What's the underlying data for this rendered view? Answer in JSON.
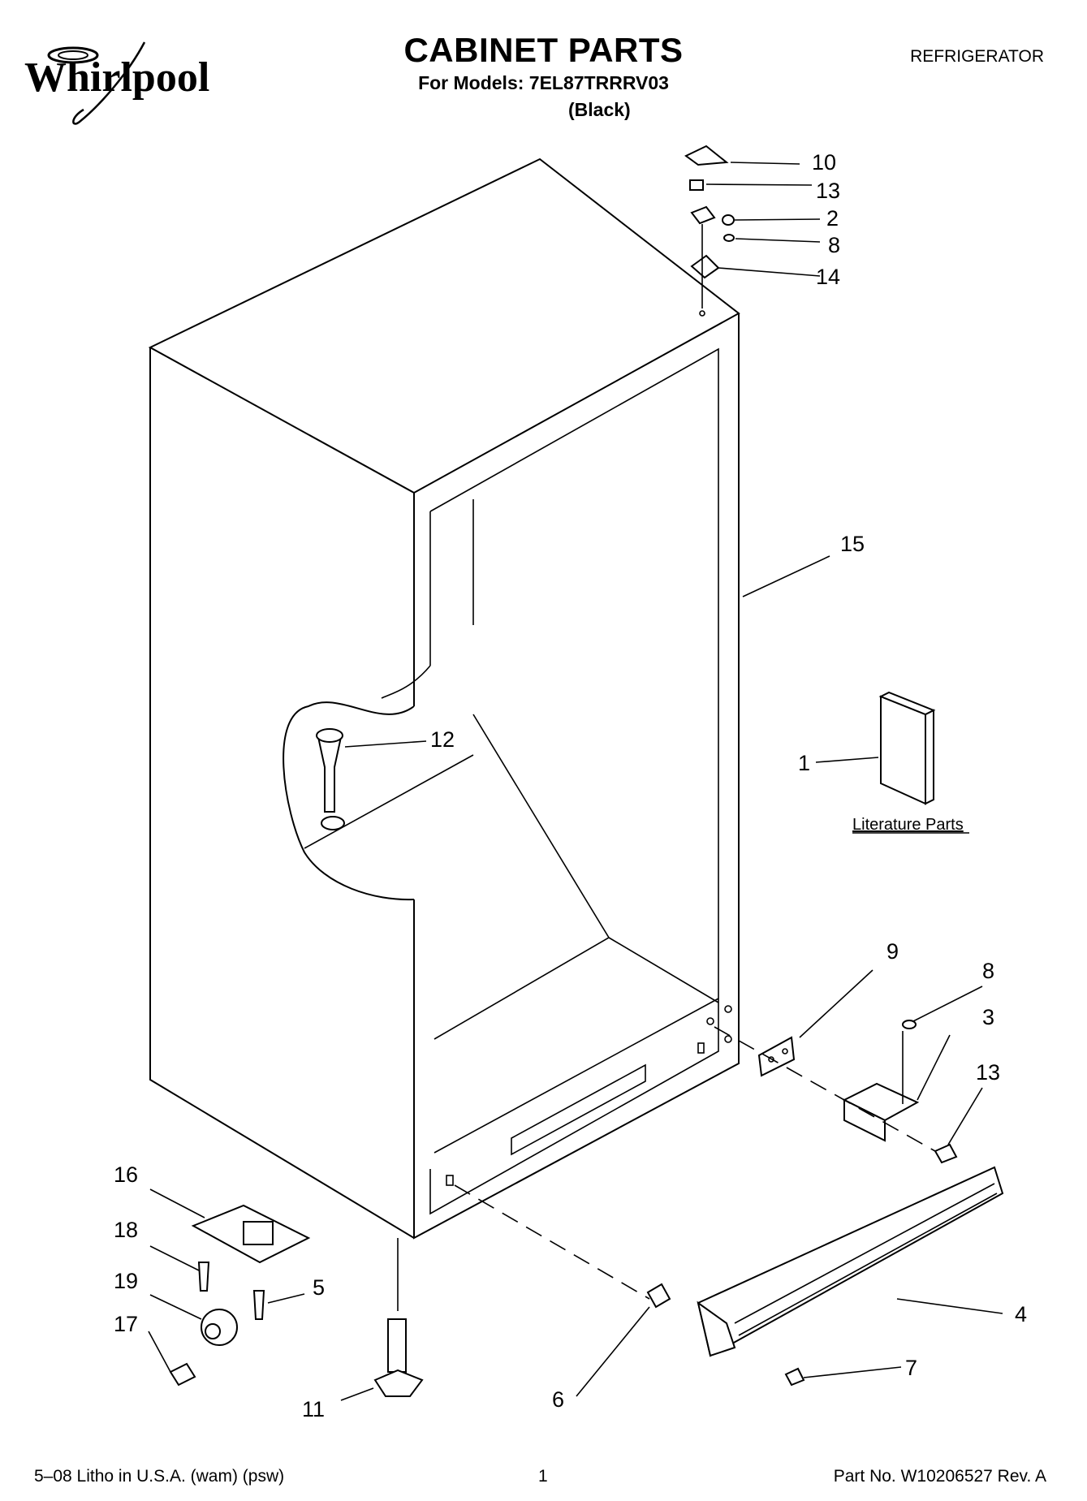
{
  "header": {
    "brand": "Whirlpool",
    "title": "CABINET PARTS",
    "models_line": "For Models: 7EL87TRRRV03",
    "color_line": "(Black)",
    "category": "REFRIGERATOR"
  },
  "callouts": [
    "10",
    "13",
    "2",
    "8",
    "14",
    "15",
    "12",
    "1",
    "9",
    "8",
    "3",
    "13",
    "16",
    "18",
    "19",
    "5",
    "17",
    "11",
    "6",
    "4",
    "7"
  ],
  "literature_label": "Literature Parts",
  "footer": {
    "left": "5–08 Litho in U.S.A. (wam) (psw)",
    "center": "1",
    "right": "Part No. W10206527 Rev. A"
  }
}
